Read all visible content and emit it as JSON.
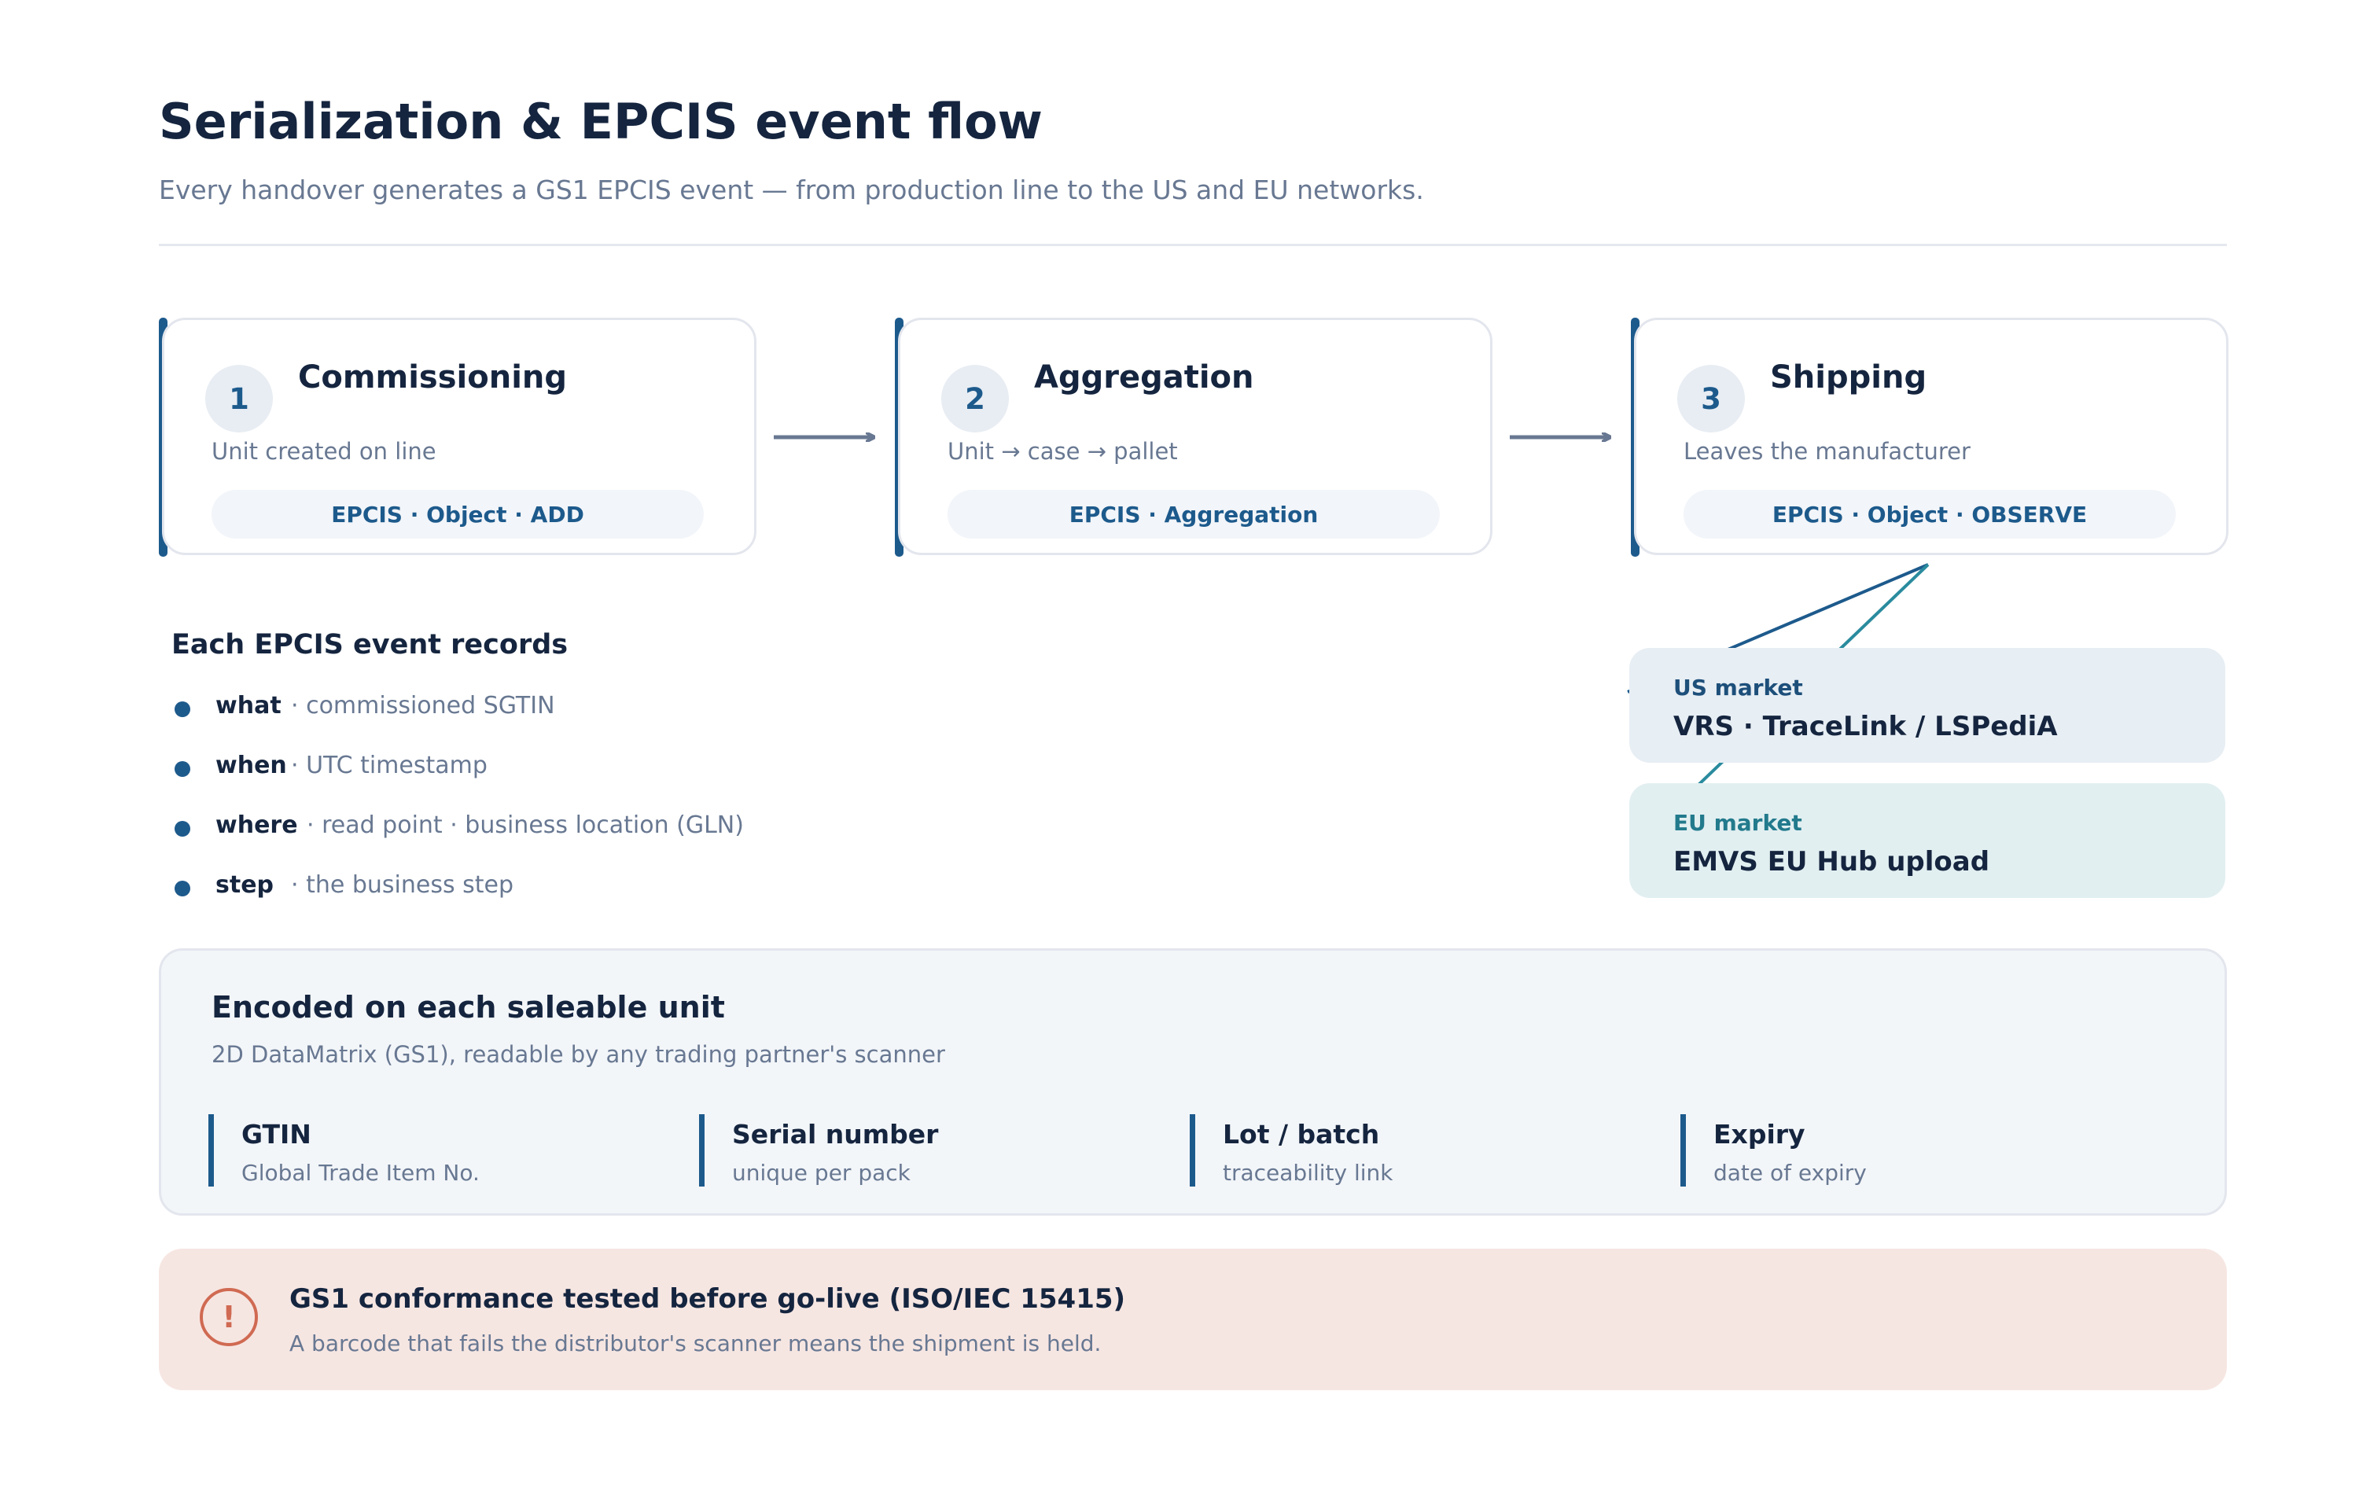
{
  "header": {
    "title": "Serialization & EPCIS event flow",
    "subtitle": "Every handover generates a GS1 EPCIS event — from production line to the US and EU networks."
  },
  "steps": [
    {
      "number": "1",
      "title": "Commissioning",
      "description": "Unit created on line",
      "event": "EPCIS · Object · ADD"
    },
    {
      "number": "2",
      "title": "Aggregation",
      "description": "Unit → case → pallet",
      "event": "EPCIS · Aggregation"
    },
    {
      "number": "3",
      "title": "Shipping",
      "description": "Leaves the manufacturer",
      "event": "EPCIS · Object · OBSERVE"
    }
  ],
  "records": {
    "title": "Each EPCIS event records",
    "items": [
      {
        "key": "what",
        "value": "· commissioned SGTIN"
      },
      {
        "key": "when",
        "value": "· UTC timestamp"
      },
      {
        "key": "where",
        "value": "· read point · business location (GLN)"
      },
      {
        "key": "step",
        "value": "· the business step"
      }
    ]
  },
  "markets": [
    {
      "label": "US market",
      "value": "VRS · TraceLink / LSPediA",
      "label_color": "#1d4f7a",
      "bg": "#e7eef4",
      "line_color": "#1d5a8c"
    },
    {
      "label": "EU market",
      "value": "EMVS EU Hub upload",
      "label_color": "#227a8c",
      "bg": "#e2eff1",
      "line_color": "#2a8b9e"
    }
  ],
  "encoded": {
    "title": "Encoded on each saleable unit",
    "subtitle": "2D DataMatrix (GS1), readable by any trading partner's scanner",
    "fields": [
      {
        "name": "GTIN",
        "desc": "Global Trade Item No."
      },
      {
        "name": "Serial number",
        "desc": "unique per pack"
      },
      {
        "name": "Lot / batch",
        "desc": "traceability link"
      },
      {
        "name": "Expiry",
        "desc": "date of expiry"
      }
    ]
  },
  "alert": {
    "icon": "exclamation-icon",
    "symbol": "!",
    "title": "GS1 conformance tested before go-live (ISO/IEC 15415)",
    "description": "A barcode that fails the distributor's scanner means the shipment is held."
  },
  "colors": {
    "accent": "#1d5a8c",
    "teal": "#2a8b9e",
    "arrow": "#687892",
    "alert": "#d06a52"
  }
}
